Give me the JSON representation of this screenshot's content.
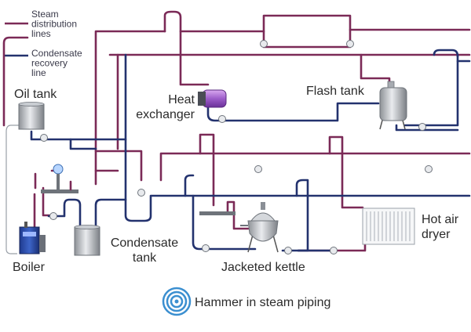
{
  "legend": {
    "steam_line": "Steam\ndistribution\nlines",
    "condensate_line": "Condensate\nrecovery\nline"
  },
  "labels": {
    "oil_tank": "Oil tank",
    "heat_exchanger": "Heat\nexchanger",
    "flash_tank": "Flash tank",
    "boiler": "Boiler",
    "condensate_tank": "Condensate\ntank",
    "jacketed_kettle": "Jacketed kettle",
    "hot_air_dryer": "Hot air\ndryer",
    "hammer": "Hammer in steam piping"
  },
  "colors": {
    "steam": "#7b2a57",
    "condensate": "#23326e",
    "hammer_ring": "#3b8fd0"
  }
}
